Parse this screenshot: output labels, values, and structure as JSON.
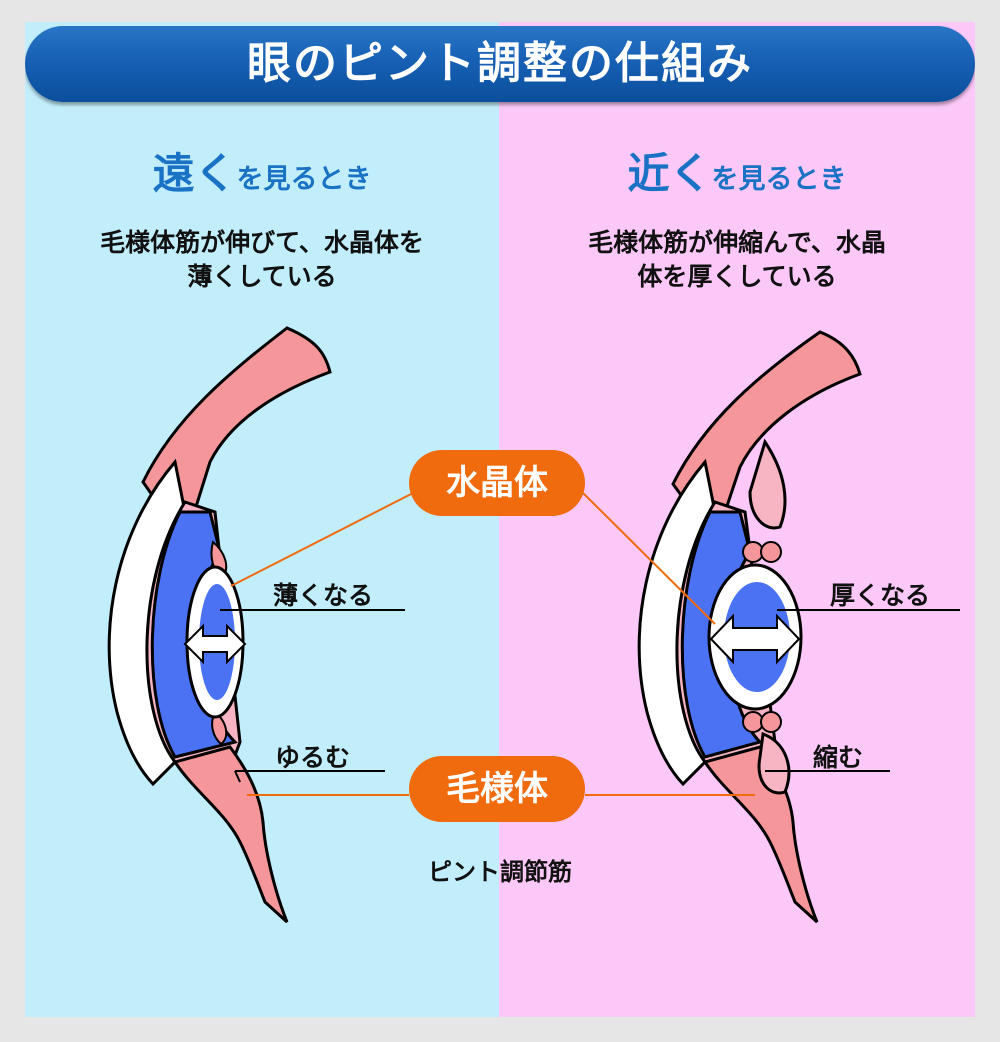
{
  "title": "眼のピント調整の仕組み",
  "left": {
    "heading_big": "遠く",
    "heading_small": "を見るとき",
    "desc_line1": "毛様体筋が伸びて、水晶体を",
    "desc_line2": "薄くしている",
    "lens_label": "薄くなる",
    "muscle_label": "ゆるむ"
  },
  "right": {
    "heading_big": "近く",
    "heading_small": "を見るとき",
    "desc_line1": "毛様体筋が伸縮んで、水晶",
    "desc_line2": "体を厚くしている",
    "lens_label": "厚くなる",
    "muscle_label": "縮む"
  },
  "callouts": {
    "lens": "水晶体",
    "ciliary": "毛様体",
    "caption": "ピント調節筋"
  },
  "colors": {
    "left_bg": "#c2eefc",
    "right_bg": "#fbc8f8",
    "title_blue": "#1760b4",
    "heading_blue": "#1a72c4",
    "callout_orange": "#f06a0e",
    "tissue": "#f5979a",
    "tissue_light": "#f7b4c3",
    "eye_blue": "#4a72f2"
  }
}
